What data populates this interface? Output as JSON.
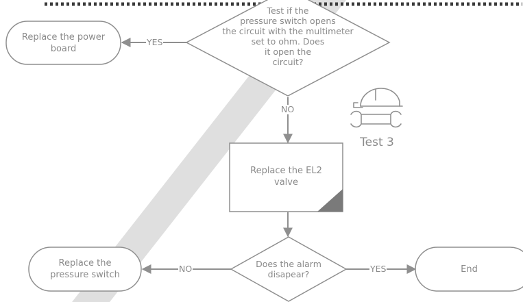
{
  "nodes": {
    "decision_top": {
      "text": "Test if the\npressure switch opens\nthe circuit with the multimeter\nset to ohm. Does\nit open the\ncircuit?"
    },
    "replace_power_board": {
      "text": "Replace the power\nboard"
    },
    "replace_el2": {
      "text": "Replace the EL2\nvalve"
    },
    "decision_alarm": {
      "text": "Does the alarm\ndisapear?"
    },
    "replace_pressure_switch": {
      "text": "Replace the\npressure switch"
    },
    "end": {
      "text": "End"
    }
  },
  "edges": {
    "top_yes": "YES",
    "top_no": "NO",
    "alarm_no": "NO",
    "alarm_yes": "YES"
  },
  "side_label": {
    "text": "Test 3",
    "icon": "technician-tools-icon"
  },
  "colors": {
    "stroke": "#8f8f8f",
    "text": "#8a8a8a",
    "band": "#d9d9d9",
    "fold": "#7a7a7a"
  }
}
